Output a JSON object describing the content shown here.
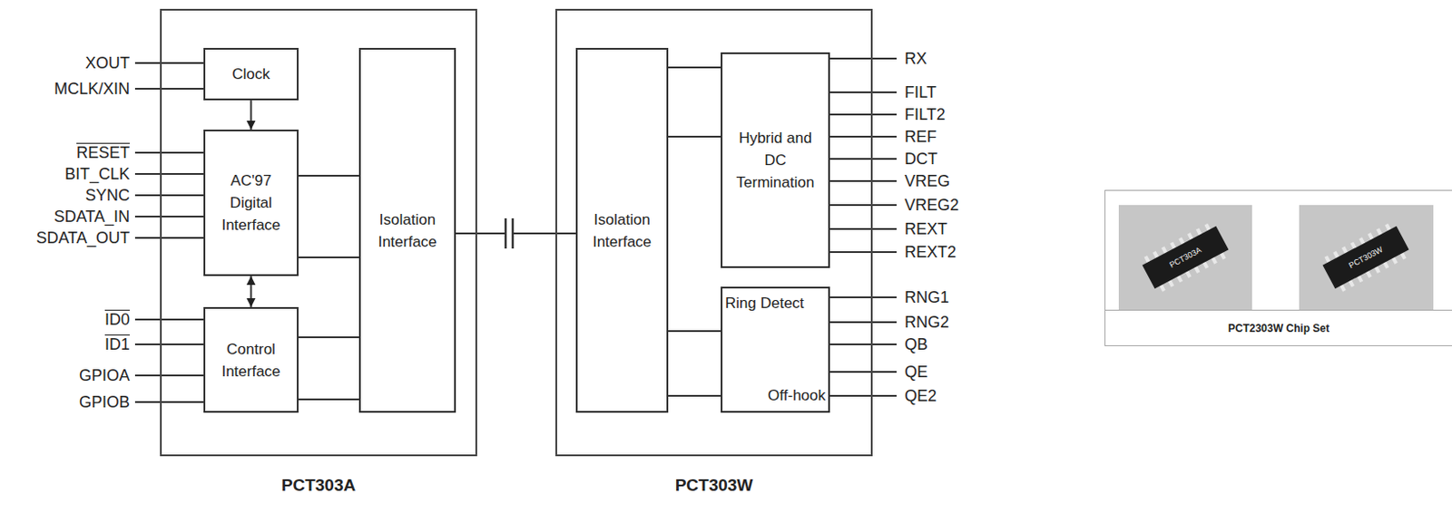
{
  "diagram": {
    "nodes": [
      {
        "text": [
          "PCT303A"
        ]
      },
      {
        "text": [
          "Clock"
        ],
        "in": 0
      },
      {
        "text": [
          "AC'97 Digital Interface"
        ],
        "in": 0
      },
      {
        "text": [
          "Control Interface"
        ],
        "in": 0
      },
      {
        "text": [
          "Isolation Interface"
        ],
        "in": 0
      },
      {
        "text": [
          "PCT303W"
        ]
      },
      {
        "text": [
          "Isolation Interface"
        ],
        "in": 5
      },
      {
        "text": [
          "Hybrid and DC Termination"
        ],
        "in": 5
      },
      {
        "text": [
          "Ring Detect",
          "Off-hook"
        ],
        "in": 5
      },
      {
        "text": [
          "PCT2303W Chip Set"
        ]
      }
    ],
    "edges": [
      {
        "from": 1,
        "to": 2,
        "arrow": "to"
      },
      {
        "from": 2,
        "to": 3,
        "arrow": "both"
      },
      {
        "from": 2,
        "to": 4,
        "arrow": "none"
      },
      {
        "from": 2,
        "to": 4,
        "arrow": "none"
      },
      {
        "from": 3,
        "to": 4,
        "arrow": "none"
      },
      {
        "from": 3,
        "to": 4,
        "arrow": "none"
      },
      {
        "from": 4,
        "to": 6,
        "arrow": "none"
      },
      {
        "from": 6,
        "to": 7,
        "arrow": "none"
      },
      {
        "from": 6,
        "to": 7,
        "arrow": "none"
      },
      {
        "from": 6,
        "to": 8,
        "arrow": "none"
      },
      {
        "from": 6,
        "to": 8,
        "arrow": "none"
      }
    ],
    "labels": [
      "XOUT",
      "MCLK/XIN",
      "RESET",
      "BIT_CLK",
      "SYNC",
      "SDATA_IN",
      "SDATA_OUT",
      "ID0",
      "ID1",
      "GPIOA",
      "GPIOB",
      "RX",
      "FILT",
      "FILT2",
      "REF",
      "DCT",
      "VREG",
      "VREG2",
      "REXT",
      "REXT2",
      "RNG1",
      "RNG2",
      "QB",
      "QE",
      "QE2",
      "PCT303A",
      "PCT303W"
    ]
  }
}
